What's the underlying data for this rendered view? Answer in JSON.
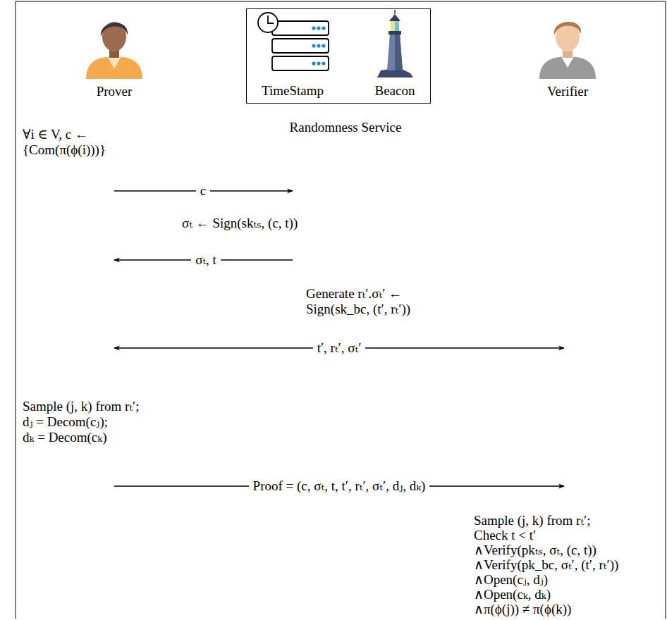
{
  "diagram": {
    "nodes": [
      {
        "text": [
          "Prover"
        ]
      },
      {
        "text": [
          "Randomness Service"
        ]
      },
      {
        "text": [
          "TimeStamp"
        ],
        "in": 1
      },
      {
        "text": [
          "Beacon"
        ],
        "in": 1
      },
      {
        "text": [
          "Verifier"
        ]
      }
    ],
    "labels": [
      "∀i ∈ V, c ← {Com(π(ϕ(i)))}",
      "c",
      "σₜ ← Sign(skₜₛ, (c, t))",
      "σₜ, t",
      "Generate rₜ′.σₜ′ ← Sign(sk_bc, (t′, rₜ′))",
      "t′, rₜ′, σₜ′",
      "Sample (j, k) from rₜ′;",
      "dⱼ = Decom(cⱼ);",
      "dₖ = Decom(cₖ)",
      "Proof = (c, σₜ, t, t′, rₜ′, σₜ′, dⱼ, dₖ)",
      "Sample (j, k) from rₜ′;",
      "Check t < t′",
      "∧Verify(pkₜₛ, σₜ, (c, t))",
      "∧Verify(pk_bc, σₜ′, (t′, rₜ′))",
      "∧Open(cⱼ, dⱼ)",
      "∧Open(cₖ, dₖ)",
      "∧π(ϕ(j)) ≠ π(ϕ(k))"
    ]
  }
}
